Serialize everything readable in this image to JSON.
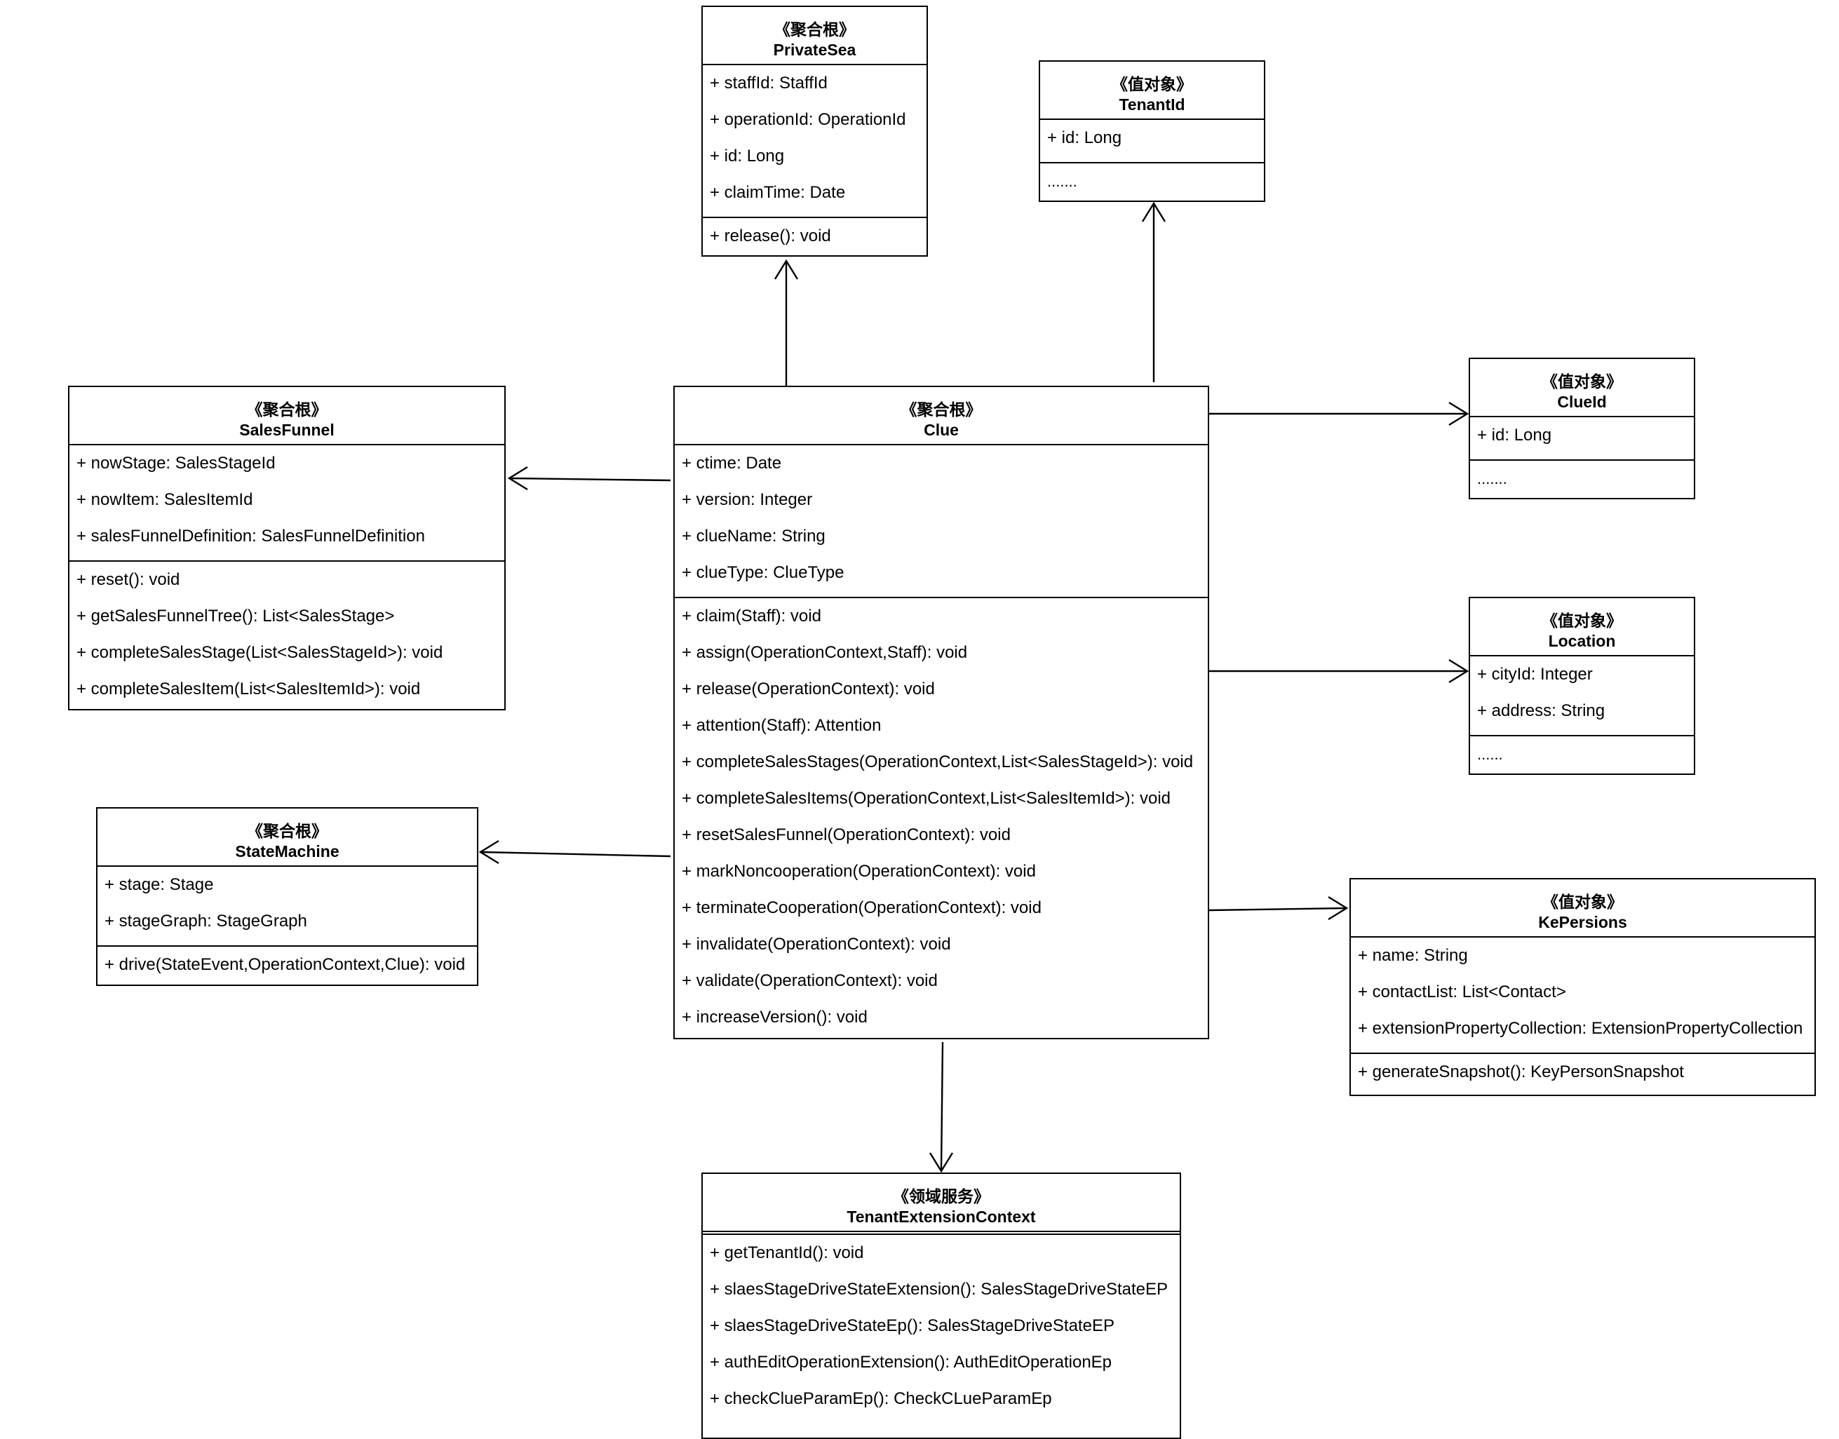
{
  "classes": {
    "privatesea": {
      "stereotype": "《聚合根》",
      "name": "PrivateSea",
      "attributes": [
        "+ staffId: StaffId",
        "+ operationId: OperationId",
        "+ id: Long",
        "+ claimTime: Date"
      ],
      "methods": [
        "+ release(): void"
      ]
    },
    "tenantid": {
      "stereotype": "《值对象》",
      "name": "TenantId",
      "attributes": [
        "+ id: Long"
      ],
      "methods": [
        "......."
      ]
    },
    "salesfunnel": {
      "stereotype": "《聚合根》",
      "name": "SalesFunnel",
      "attributes": [
        "+ nowStage: SalesStageId",
        "+ nowItem: SalesItemId",
        "+ salesFunnelDefinition: SalesFunnelDefinition"
      ],
      "methods": [
        "+ reset(): void",
        "+ getSalesFunnelTree(): List<SalesStage>",
        "+ completeSalesStage(List<SalesStageId>): void",
        "+ completeSalesItem(List<SalesItemId>): void"
      ]
    },
    "clue": {
      "stereotype": "《聚合根》",
      "name": "Clue",
      "attributes": [
        "+ ctime: Date",
        "+ version: Integer",
        "+ clueName: String",
        "+ clueType: ClueType"
      ],
      "methods": [
        "+ claim(Staff): void",
        "+ assign(OperationContext,Staff): void",
        "+ release(OperationContext): void",
        "+ attention(Staff): Attention",
        "+ completeSalesStages(OperationContext,List<SalesStageId>): void",
        "+ completeSalesItems(OperationContext,List<SalesItemId>): void",
        "+ resetSalesFunnel(OperationContext): void",
        "+ markNoncooperation(OperationContext): void",
        "+ terminateCooperation(OperationContext): void",
        "+ invalidate(OperationContext): void",
        "+ validate(OperationContext): void",
        "+ increaseVersion(): void"
      ]
    },
    "clueid": {
      "stereotype": "《值对象》",
      "name": "ClueId",
      "attributes": [
        "+ id: Long"
      ],
      "methods": [
        "......."
      ]
    },
    "location": {
      "stereotype": "《值对象》",
      "name": "Location",
      "attributes": [
        "+ cityId: Integer",
        "+ address: String"
      ],
      "methods": [
        "......"
      ]
    },
    "statemachine": {
      "stereotype": "《聚合根》",
      "name": "StateMachine",
      "attributes": [
        "+ stage: Stage",
        "+ stageGraph: StageGraph"
      ],
      "methods": [
        "+ drive(StateEvent,OperationContext,Clue): void"
      ]
    },
    "kepersions": {
      "stereotype": "《值对象》",
      "name": "KePersions",
      "attributes": [
        "+ name: String",
        "+ contactList: List<Contact>",
        "+ extensionPropertyCollection: ExtensionPropertyCollection"
      ],
      "methods": [
        "+ generateSnapshot(): KeyPersonSnapshot"
      ]
    },
    "tenantextensioncontext": {
      "stereotype": "《领域服务》",
      "name": "TenantExtensionContext",
      "attributes": [],
      "methods": [
        "+ getTenantId(): void",
        "+ slaesStageDriveStateExtension(): SalesStageDriveStateEP",
        "+ slaesStageDriveStateEp(): SalesStageDriveStateEP",
        "+ authEditOperationExtension(): AuthEditOperationEp",
        "+ checkClueParamEp(): CheckCLueParamEp"
      ]
    }
  }
}
